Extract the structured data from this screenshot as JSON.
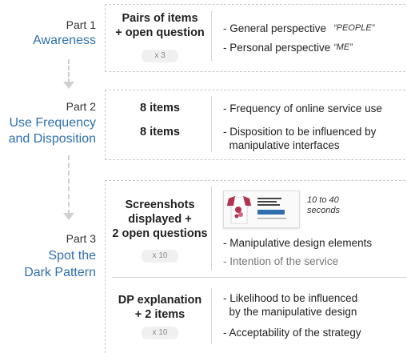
{
  "part1": {
    "number": "Part 1",
    "title": "Awareness",
    "block_label": "Pairs of items\n+ open question",
    "badge": "x 3",
    "items": [
      {
        "text": "- General perspective",
        "tag": "“PEOPLE”"
      },
      {
        "text": "- Personal perspective",
        "tag": "“ME”"
      }
    ]
  },
  "part2": {
    "number": "Part 2",
    "title_line1": "Use Frequency",
    "title_line2": "and Disposition",
    "rows": [
      {
        "label": "8 items",
        "text": "- Frequency of online service use"
      },
      {
        "label": "8 items",
        "text": "- Disposition to be influenced by\n  manipulative interfaces"
      }
    ]
  },
  "part3": {
    "number": "Part 3",
    "title_line1": "Spot the",
    "title_line2": "Dark Pattern",
    "block1": {
      "label": "Screenshots\ndisplayed +\n2 open questions",
      "badge": "x 10",
      "timing": "10 to 40\nseconds",
      "items": [
        {
          "text": "- Manipulative design elements",
          "style": "normal"
        },
        {
          "text": "- Intention of the service",
          "style": "gray"
        }
      ]
    },
    "block2": {
      "label": "DP explanation\n+ 2 items",
      "badge": "x 10",
      "items": [
        {
          "text": "- Likelihood to be influenced\n  by the manipulative design"
        },
        {
          "text": "- Acceptability of the strategy"
        }
      ]
    }
  },
  "colors": {
    "accent": "#2f6fb0",
    "box_border": "#c9c9c9",
    "badge_bg": "#f0f0f0",
    "badge_text": "#888888",
    "thumb_shirt": "#b5314f"
  },
  "icons": {
    "thumbnail": "website-screenshot-thumbnail"
  }
}
